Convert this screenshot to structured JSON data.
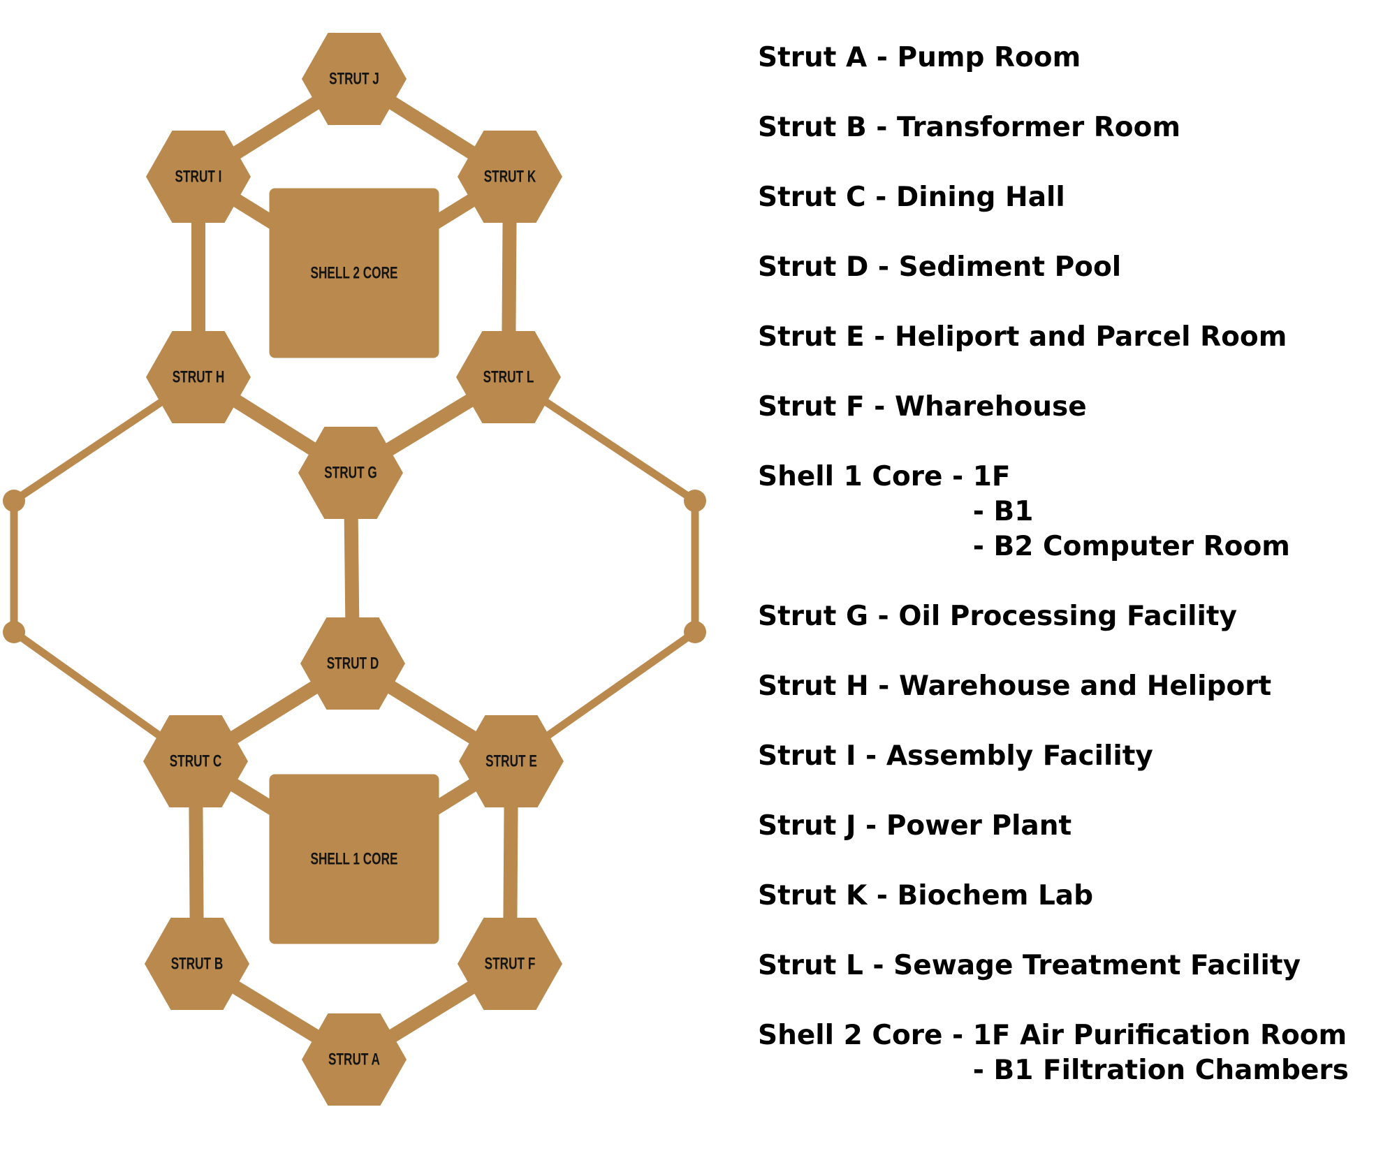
{
  "colors": {
    "structure": "#b9894e",
    "label": "#141414",
    "text": "#000000"
  },
  "diagram": {
    "nodes": [
      {
        "id": "J",
        "label": "STRUT J",
        "shape": "hex"
      },
      {
        "id": "I",
        "label": "STRUT I",
        "shape": "hex"
      },
      {
        "id": "K",
        "label": "STRUT K",
        "shape": "hex"
      },
      {
        "id": "S2",
        "label": "SHELL 2 CORE",
        "shape": "square"
      },
      {
        "id": "H",
        "label": "STRUT H",
        "shape": "hex"
      },
      {
        "id": "L",
        "label": "STRUT L",
        "shape": "hex"
      },
      {
        "id": "G",
        "label": "STRUT G",
        "shape": "hex"
      },
      {
        "id": "D",
        "label": "STRUT D",
        "shape": "hex"
      },
      {
        "id": "C",
        "label": "STRUT C",
        "shape": "hex"
      },
      {
        "id": "E",
        "label": "STRUT E",
        "shape": "hex"
      },
      {
        "id": "S1",
        "label": "SHELL 1 CORE",
        "shape": "square"
      },
      {
        "id": "B",
        "label": "STRUT B",
        "shape": "hex"
      },
      {
        "id": "F",
        "label": "STRUT F",
        "shape": "hex"
      },
      {
        "id": "A",
        "label": "STRUT A",
        "shape": "hex"
      },
      {
        "id": "P1",
        "label": "",
        "shape": "dot"
      },
      {
        "id": "P2",
        "label": "",
        "shape": "dot"
      },
      {
        "id": "P3",
        "label": "",
        "shape": "dot"
      },
      {
        "id": "P4",
        "label": "",
        "shape": "dot"
      }
    ],
    "edges": [
      [
        "J",
        "I"
      ],
      [
        "J",
        "K"
      ],
      [
        "I",
        "H"
      ],
      [
        "K",
        "L"
      ],
      [
        "I",
        "S2"
      ],
      [
        "K",
        "S2"
      ],
      [
        "H",
        "G"
      ],
      [
        "L",
        "G"
      ],
      [
        "G",
        "D"
      ],
      [
        "D",
        "C"
      ],
      [
        "D",
        "E"
      ],
      [
        "C",
        "B"
      ],
      [
        "E",
        "F"
      ],
      [
        "C",
        "S1"
      ],
      [
        "E",
        "S1"
      ],
      [
        "B",
        "A"
      ],
      [
        "F",
        "A"
      ],
      [
        "H",
        "P1"
      ],
      [
        "P1",
        "P2"
      ],
      [
        "P2",
        "C"
      ],
      [
        "L",
        "P3"
      ],
      [
        "P3",
        "P4"
      ],
      [
        "P4",
        "E"
      ]
    ]
  },
  "legend": [
    {
      "prefix": "Strut A - ",
      "items": [
        "Pump Room"
      ]
    },
    {
      "prefix": "Strut B - ",
      "items": [
        "Transformer Room"
      ]
    },
    {
      "prefix": "Strut C - ",
      "items": [
        "Dining Hall"
      ]
    },
    {
      "prefix": "Strut D - ",
      "items": [
        "Sediment Pool"
      ]
    },
    {
      "prefix": "Strut E - ",
      "items": [
        "Heliport and Parcel Room"
      ]
    },
    {
      "prefix": "Strut F - ",
      "items": [
        "Wharehouse"
      ]
    },
    {
      "prefix": "Shell 1 Core - ",
      "items": [
        "1F",
        "- B1",
        "- B2 Computer Room"
      ]
    },
    {
      "prefix": "Strut G - ",
      "items": [
        "Oil Processing Facility"
      ]
    },
    {
      "prefix": "Strut H - ",
      "items": [
        "Warehouse and Heliport"
      ]
    },
    {
      "prefix": "Strut I - ",
      "items": [
        "Assembly Facility"
      ]
    },
    {
      "prefix": "Strut J - ",
      "items": [
        "Power Plant"
      ]
    },
    {
      "prefix": "Strut K - ",
      "items": [
        "Biochem Lab"
      ]
    },
    {
      "prefix": "Strut L - ",
      "items": [
        "Sewage Treatment Facility"
      ]
    },
    {
      "prefix": "Shell 2 Core - ",
      "items": [
        "1F Air Purification Room",
        "- B1 Filtration Chambers"
      ]
    }
  ]
}
